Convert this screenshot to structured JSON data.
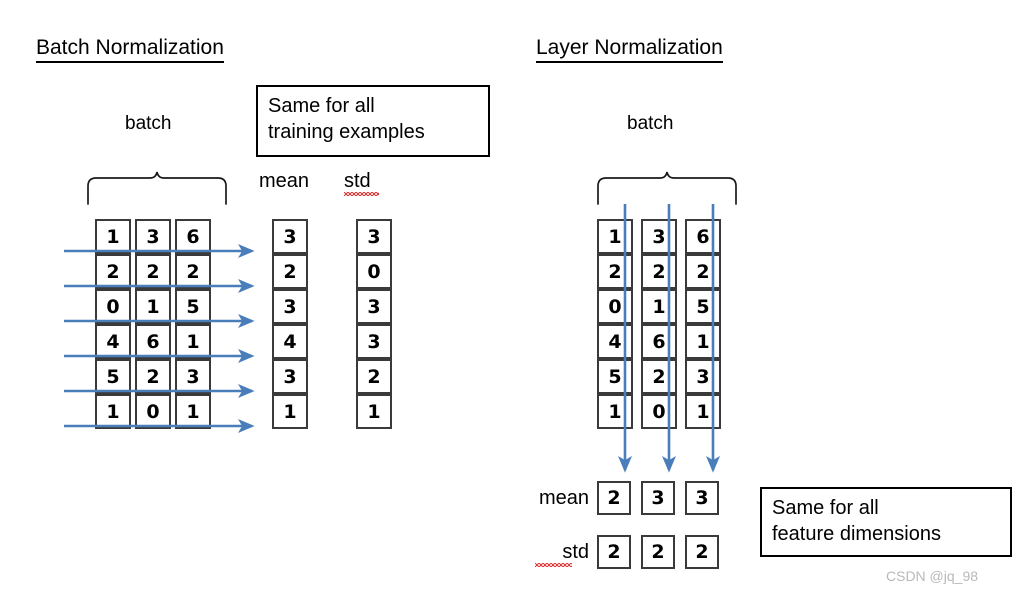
{
  "page": {
    "watermark": "CSDN @jq_98",
    "accent_blue": "#4A7EBB",
    "cell_border": "#3a3a3a",
    "spellcheck_red": "#e03a3a"
  },
  "batch_norm": {
    "title": "Batch Normalization",
    "batch_label": "batch",
    "callout": "Same for all\ntraining examples",
    "mean_header": "mean",
    "std_header": "std",
    "matrix": [
      [
        "1",
        "3",
        "6"
      ],
      [
        "2",
        "2",
        "2"
      ],
      [
        "0",
        "1",
        "5"
      ],
      [
        "4",
        "6",
        "1"
      ],
      [
        "5",
        "2",
        "3"
      ],
      [
        "1",
        "0",
        "1"
      ]
    ],
    "mean_column": [
      "3",
      "2",
      "3",
      "4",
      "3",
      "1"
    ],
    "std_column": [
      "3",
      "0",
      "3",
      "3",
      "2",
      "1"
    ],
    "arrow_direction": "horizontal-right",
    "arrow_count": 6
  },
  "layer_norm": {
    "title": "Layer Normalization",
    "batch_label": "batch",
    "callout": "Same for all\nfeature dimensions",
    "mean_header": "mean",
    "std_header": "std",
    "matrix": [
      [
        "1",
        "3",
        "6"
      ],
      [
        "2",
        "2",
        "2"
      ],
      [
        "0",
        "1",
        "5"
      ],
      [
        "4",
        "6",
        "1"
      ],
      [
        "5",
        "2",
        "3"
      ],
      [
        "1",
        "0",
        "1"
      ]
    ],
    "mean_row": [
      "2",
      "3",
      "3"
    ],
    "std_row": [
      "2",
      "2",
      "2"
    ],
    "arrow_direction": "vertical-down",
    "arrow_count": 3
  }
}
